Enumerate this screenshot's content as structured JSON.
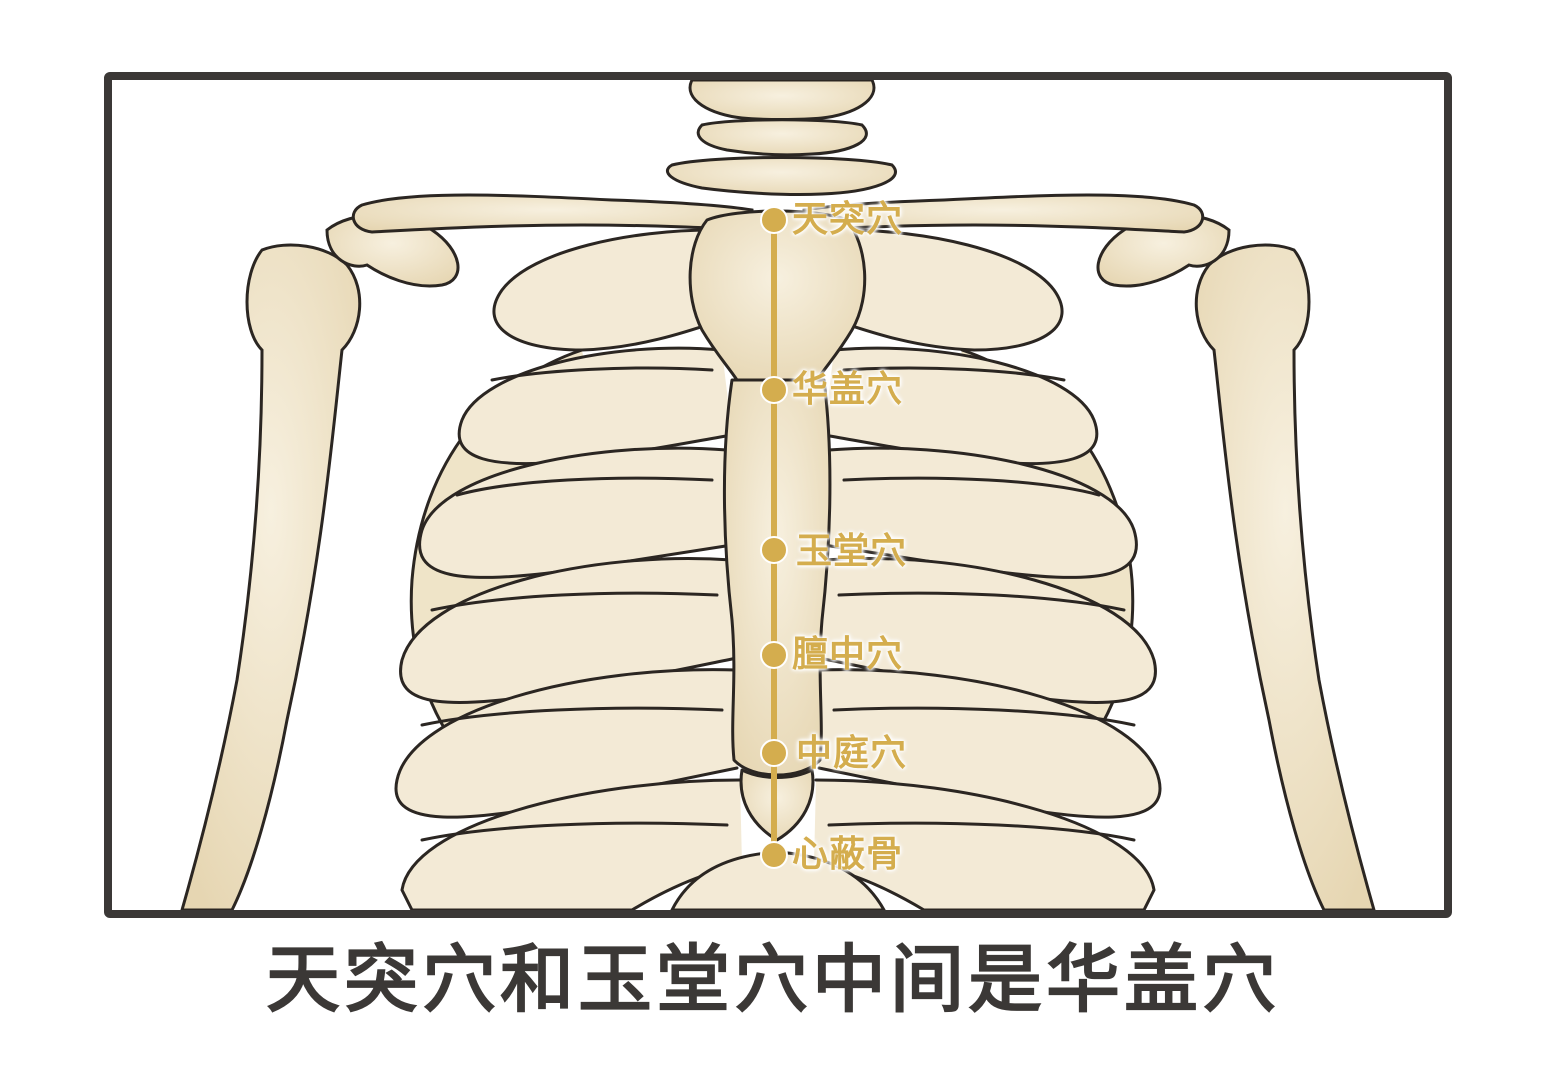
{
  "points": [
    {
      "label": "天突穴"
    },
    {
      "label": "华盖穴"
    },
    {
      "label": "玉堂穴"
    },
    {
      "label": "膻中穴"
    },
    {
      "label": "中庭穴"
    },
    {
      "label": "心蔽骨"
    }
  ],
  "caption": "天突穴和玉堂穴中间是华盖穴",
  "colors": {
    "meridian": "#d4ad4e",
    "bone_fill": "#f3ead6",
    "bone_shadow": "#dcc9a0",
    "outline": "#2b2622",
    "frame": "#3b3836",
    "caption": "#3b3836"
  },
  "icons": [
    "skeleton-illustration"
  ]
}
